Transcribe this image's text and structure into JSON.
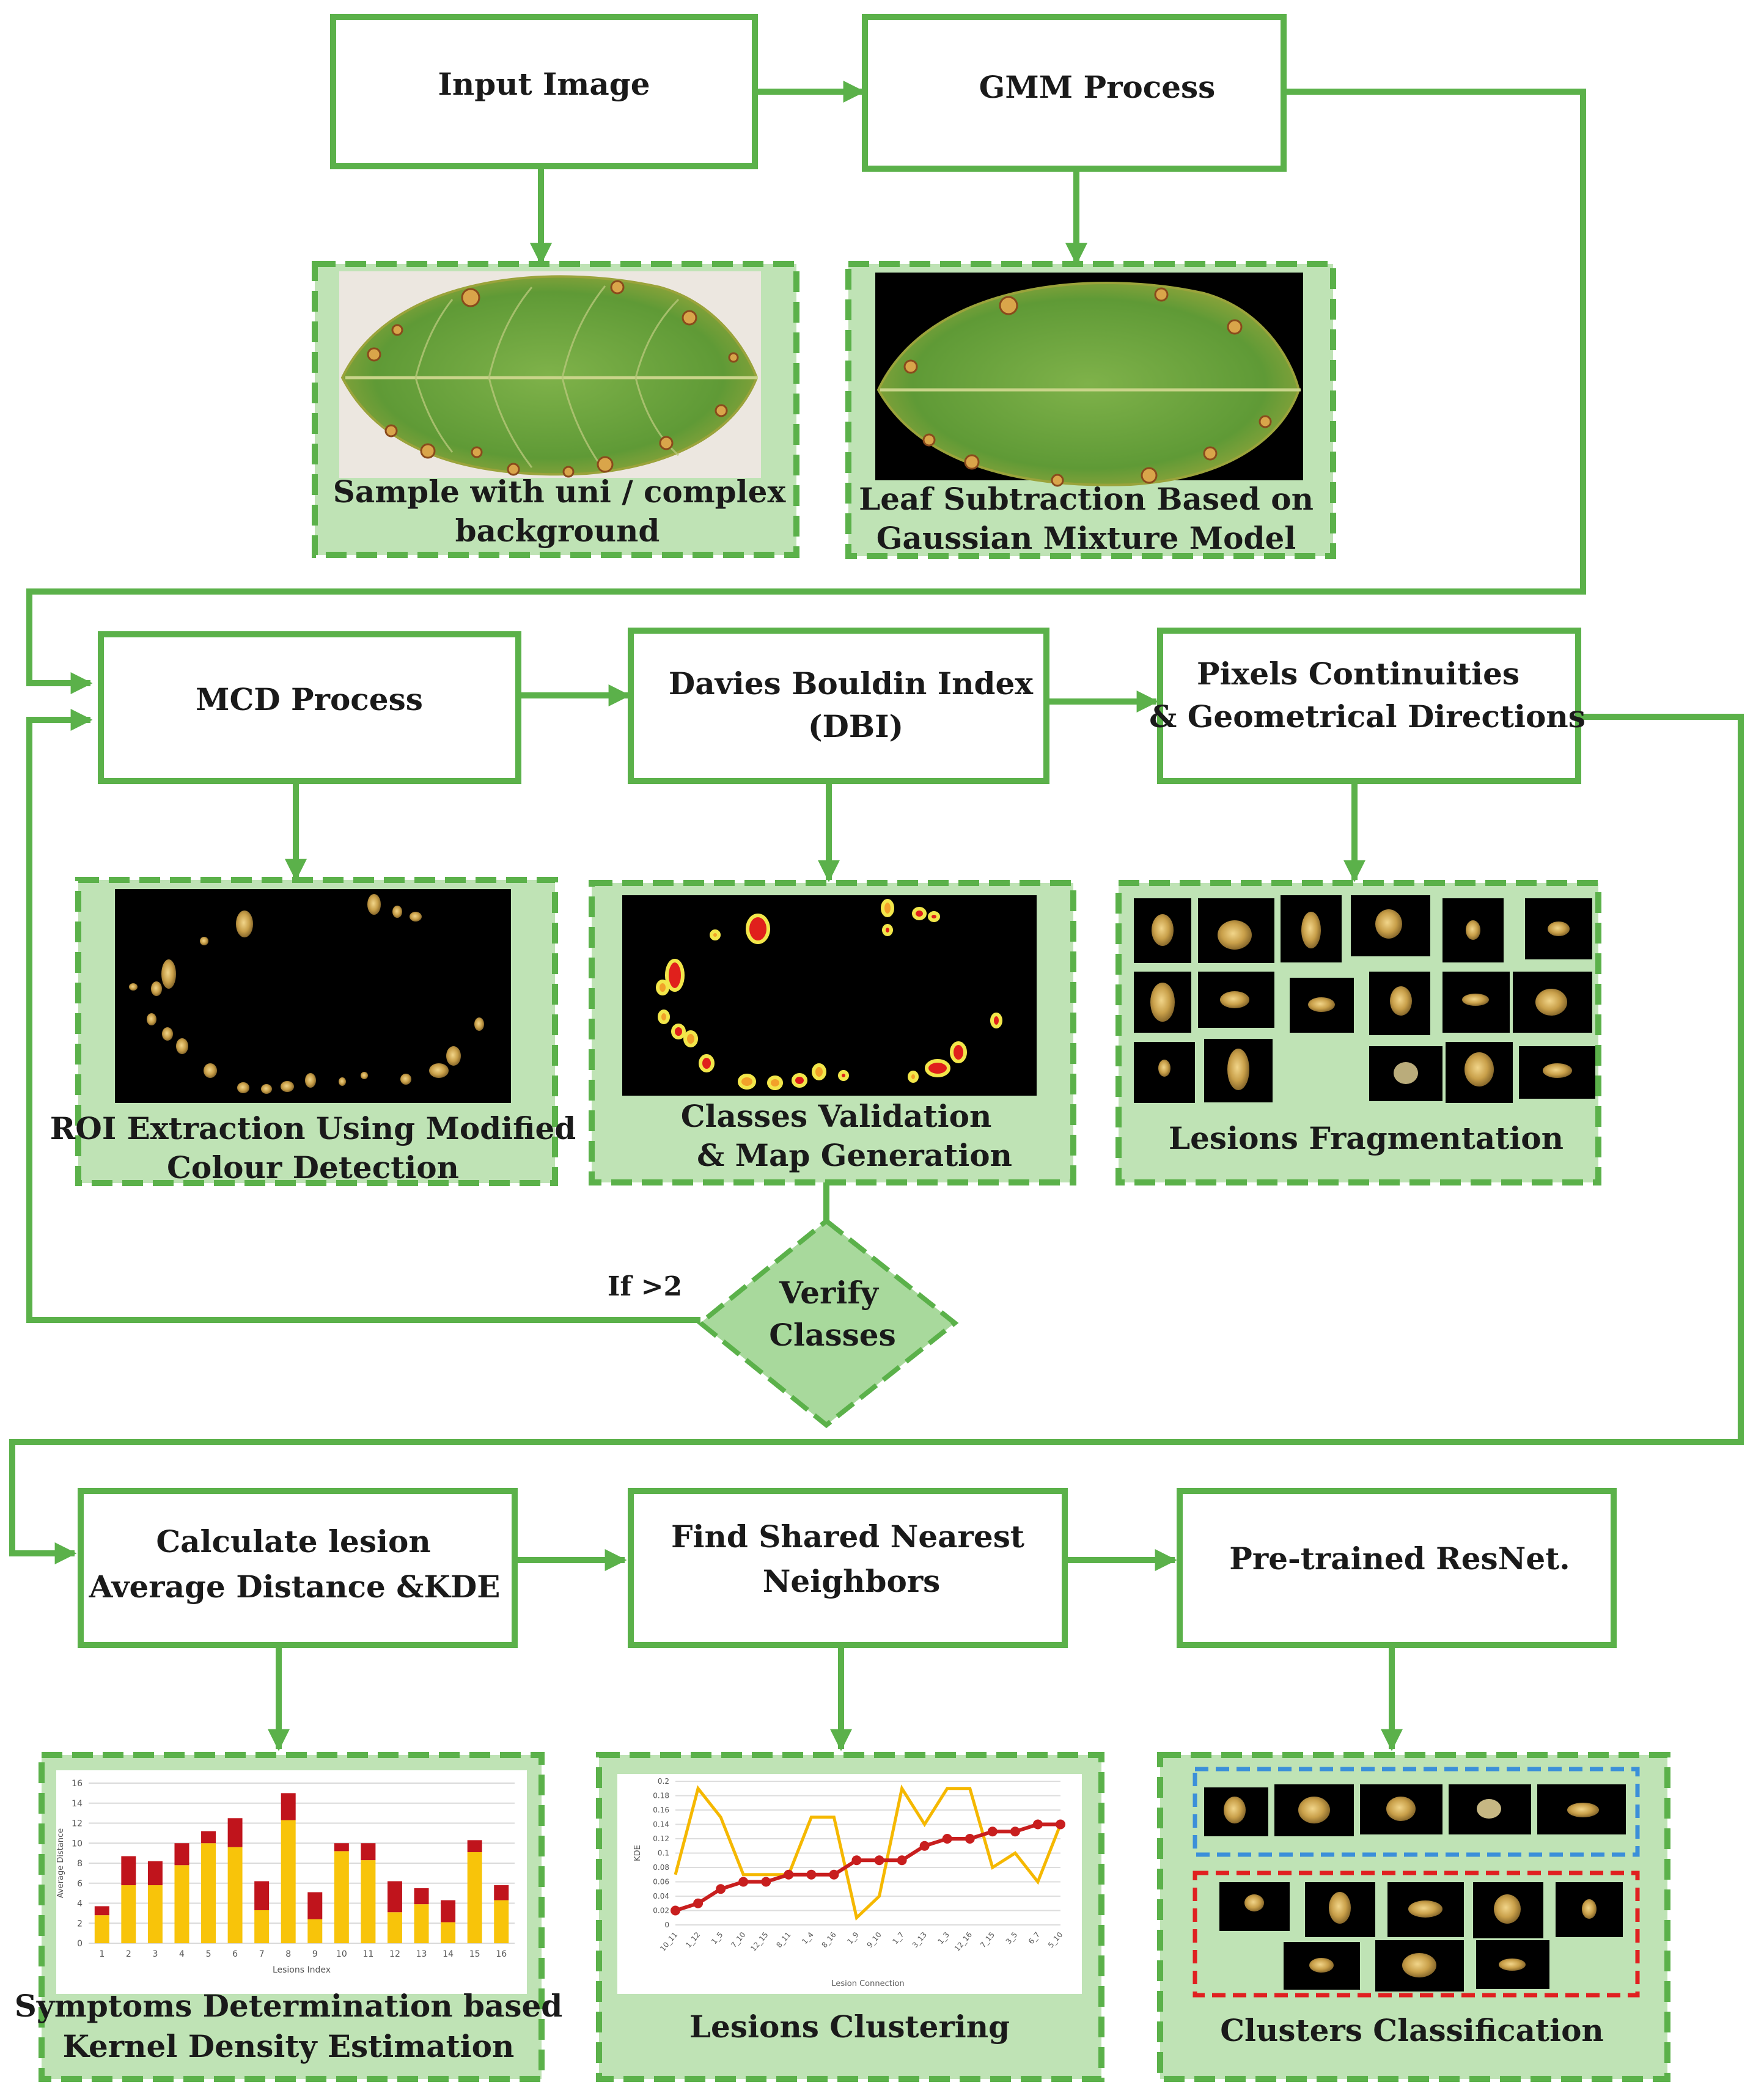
{
  "colors": {
    "accent_green": "#5bb14a",
    "panel_green": "#bfe3b5",
    "bar_base": "#f8c40a",
    "bar_top": "#c0141c",
    "line_yellow": "#f5b800",
    "line_red": "#c81e1e",
    "cluster_blue": "#3b8fd9",
    "cluster_red": "#e02020"
  },
  "process": {
    "input_image": "Input Image",
    "gmm": "GMM Process",
    "mcd": "MCD Process",
    "dbi_l1": "Davies Bouldin  Index",
    "dbi_l2": "(DBI)",
    "pixels_l1": "Pixels  Continuities",
    "pixels_l2": "& Geometrical Directions",
    "kde_l1": "Calculate lesion",
    "kde_l2": "Average Distance &KDE",
    "snn_l1": "Find Shared Nearest",
    "snn_l2": "Neighbors",
    "resnet": "Pre-trained  ResNet."
  },
  "captions": {
    "sample_l1": "Sample with uni / complex",
    "sample_l2": "background",
    "leafsub_l1": "Leaf Subtraction Based on",
    "leafsub_l2": "Gaussian Mixture Model",
    "roi_l1": "ROI Extraction Using Modified",
    "roi_l2": "Colour Detection",
    "classes_l1": "Classes Validation",
    "classes_l2": "& Map Generation",
    "fragment": "Lesions Fragmentation",
    "symptoms_l1": "Symptoms Determination based",
    "symptoms_l2": "Kernel Density Estimation",
    "clustering": "Lesions Clustering",
    "cluster_class": "Clusters Classification"
  },
  "decision": {
    "l1": "Verify",
    "l2": "Classes",
    "condition": "If >2"
  },
  "chart_data": [
    {
      "type": "bar",
      "stacked": true,
      "categories": [
        "1",
        "2",
        "3",
        "4",
        "5",
        "6",
        "7",
        "8",
        "9",
        "10",
        "11",
        "12",
        "13",
        "14",
        "15",
        "16"
      ],
      "series": [
        {
          "values": [
            2.8,
            5.8,
            5.8,
            7.8,
            10,
            9.6,
            3.3,
            12.3,
            2.4,
            9.2,
            8.3,
            3.1,
            3.9,
            2.1,
            9.1,
            4.3
          ]
        },
        {
          "values": [
            0.9,
            2.9,
            2.4,
            2.2,
            1.2,
            2.9,
            2.9,
            2.7,
            2.7,
            0.8,
            1.7,
            3.1,
            1.6,
            2.2,
            1.2,
            1.5
          ]
        }
      ],
      "ylim": [
        0,
        16
      ],
      "yticks": [
        "0",
        "2",
        "4",
        "6",
        "8",
        "10",
        "12",
        "14",
        "16"
      ],
      "ylabel": "Average Distance",
      "xlabel": "Lesions Index",
      "grid": true
    },
    {
      "type": "line",
      "categories": [
        "10_11",
        "1_12",
        "1_5",
        "7_10",
        "12_15",
        "8_11",
        "1_4",
        "8_16",
        "1_9",
        "9_10",
        "1_7",
        "3_13",
        "1_3",
        "12_16",
        "7_15",
        "3_5",
        "6_7",
        "5_10"
      ],
      "series": [
        {
          "values": [
            0.07,
            0.19,
            0.15,
            0.07,
            0.07,
            0.07,
            0.15,
            0.15,
            0.01,
            0.04,
            0.19,
            0.14,
            0.19,
            0.19,
            0.08,
            0.1,
            0.06,
            0.14
          ]
        },
        {
          "values": [
            0.02,
            0.03,
            0.05,
            0.06,
            0.06,
            0.07,
            0.07,
            0.07,
            0.09,
            0.09,
            0.09,
            0.11,
            0.12,
            0.12,
            0.13,
            0.13,
            0.14,
            0.14
          ]
        }
      ],
      "ylim": [
        0,
        0.2
      ],
      "yticks": [
        "0",
        "0.02",
        "0.04",
        "0.06",
        "0.08",
        "0.1",
        "0.12",
        "0.14",
        "0.16",
        "0.18",
        "0.2"
      ],
      "ylabel": "KDE",
      "xlabel": "Lesion Connection",
      "grid": true
    }
  ]
}
